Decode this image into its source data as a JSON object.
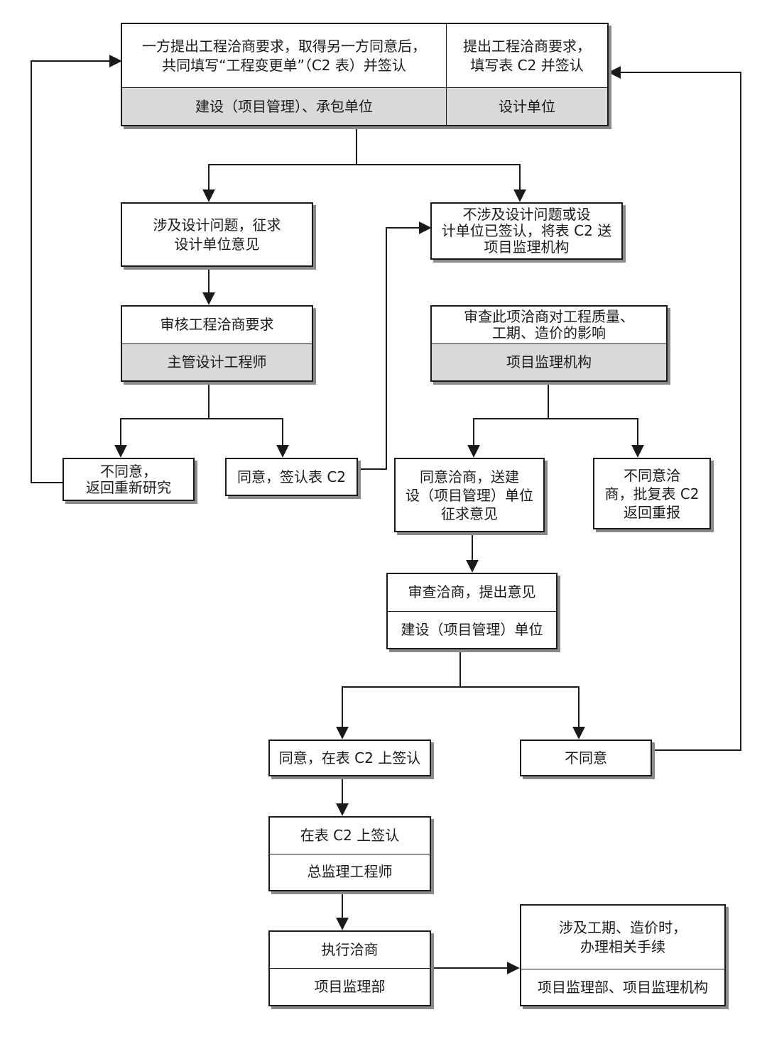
{
  "top": {
    "left_text": "一方提出工程洽商要求，取得另一方同意后，\n共同填写“工程变更单”（C2 表）并签认",
    "left_role": "建设（项目管理）、承包单位",
    "right_text": "提出工程洽商要求，\n填写表 C2 并签认",
    "right_role": "设计单位"
  },
  "design_issue": "涉及设计问题，征求\n设计单位意见",
  "no_design_issue": "不涉及设计问题或设\n计单位已签认，将表 C2 送\n项目监理机构",
  "review_request": {
    "text": "审核工程洽商要求",
    "role": "主管设计工程师"
  },
  "review_impact": {
    "text": "审查此项洽商对工程质量、\n工期、造价的影响",
    "role": "项目监理机构"
  },
  "disagree_return": "不同意，\n返回重新研究",
  "agree_sign_c2": "同意，签认表 C2",
  "agree_send": "同意洽商，送建\n设（项目管理）单位\n征求意见",
  "disagree_reply": "不同意洽\n商，批复表 C2\n返回重报",
  "owner_review": {
    "text": "审查洽商，提出意见",
    "role": "建设（项目管理）单位"
  },
  "agree_on_c2": "同意，在表 C2 上签认",
  "disagree": "不同意",
  "chief_sign": {
    "text": "在表 C2 上签认",
    "role": "总监理工程师"
  },
  "execute": {
    "text": "执行洽商",
    "role": "项目监理部"
  },
  "procedures": {
    "text": "涉及工期、造价时，\n办理相关手续",
    "role": "项目监理部、项目监理机构"
  }
}
